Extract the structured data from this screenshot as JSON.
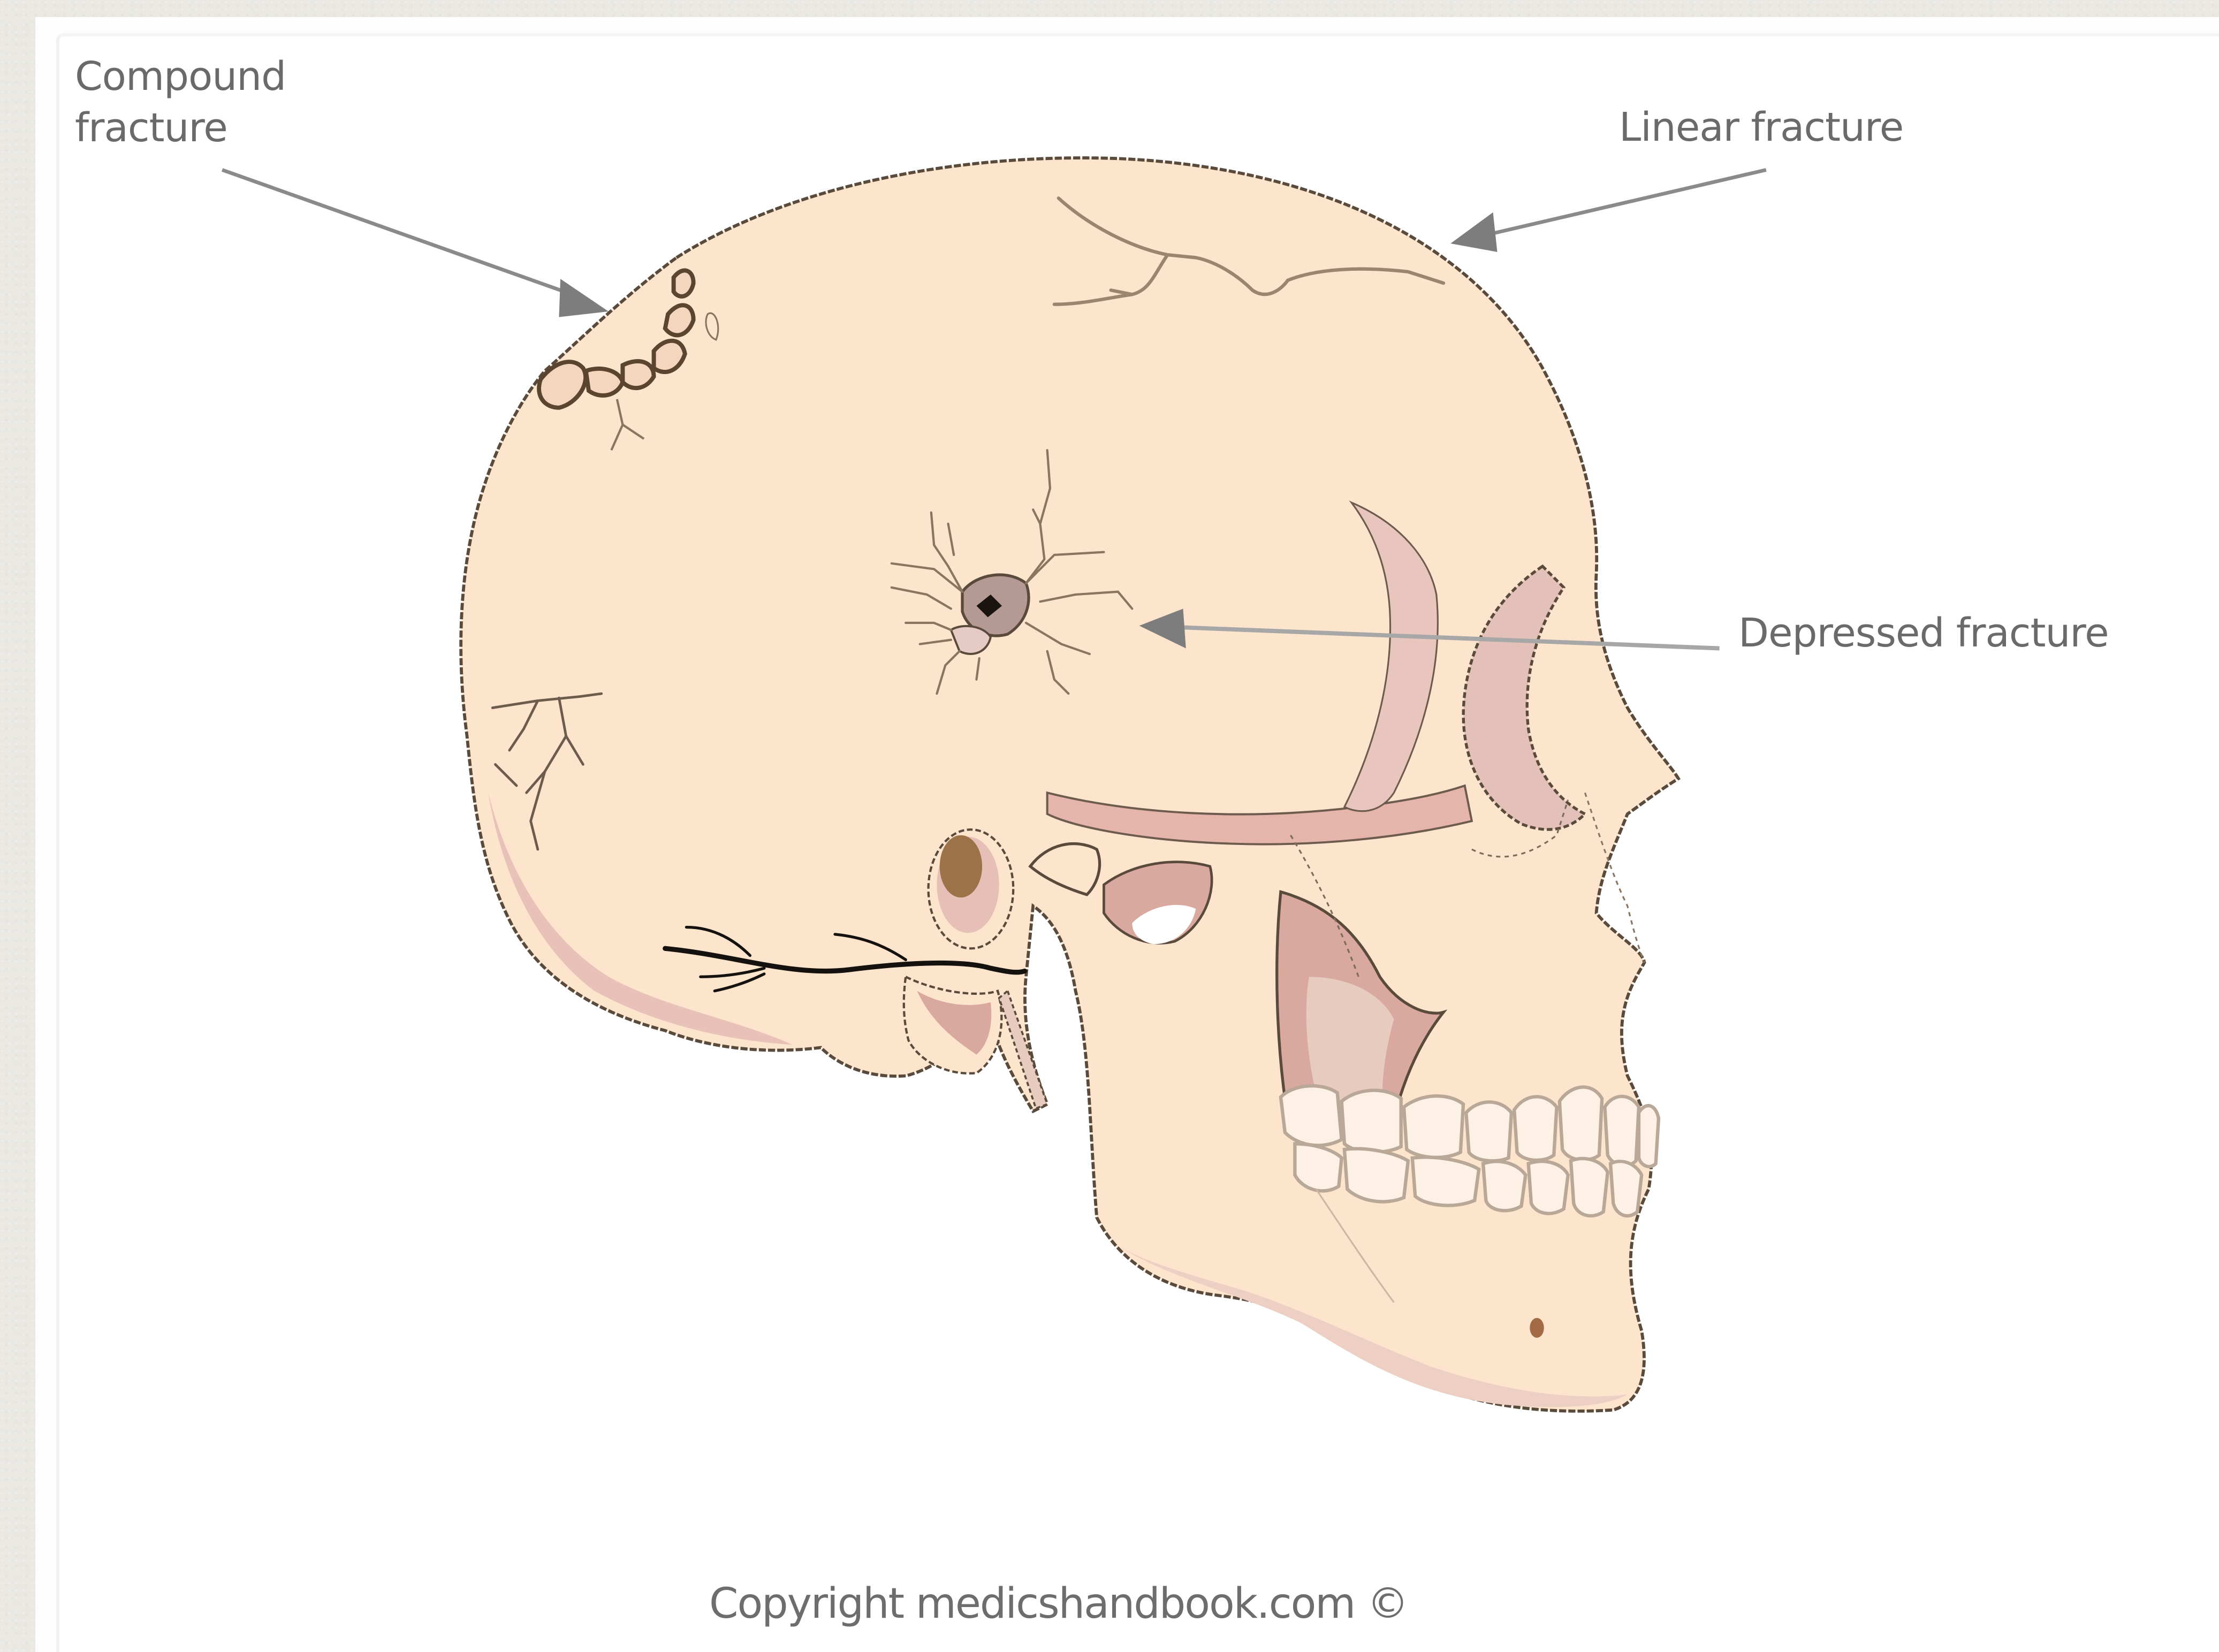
{
  "figure": {
    "subject": "Lateral view of human skull showing skull fracture types",
    "labels": {
      "compound": {
        "line1": "Compound",
        "line2": "fracture"
      },
      "linear": "Linear fracture",
      "depressed": "Depressed fracture"
    },
    "copyright": "Copyright medicshandbook.com ©",
    "colors": {
      "bone": "#fde5cd",
      "bone_shadow": "#d9a9a0",
      "bone_shadow_light": "#e8cbbf",
      "teeth": "#fdf1e6",
      "outline": "#5a4a3c",
      "crack": "#8a7560",
      "ear_canal": "#9c7249",
      "arrow": "#7d7d7d",
      "label_text": "#6a6a6a",
      "background": "#e9e8e3",
      "card": "#ffffff"
    }
  }
}
